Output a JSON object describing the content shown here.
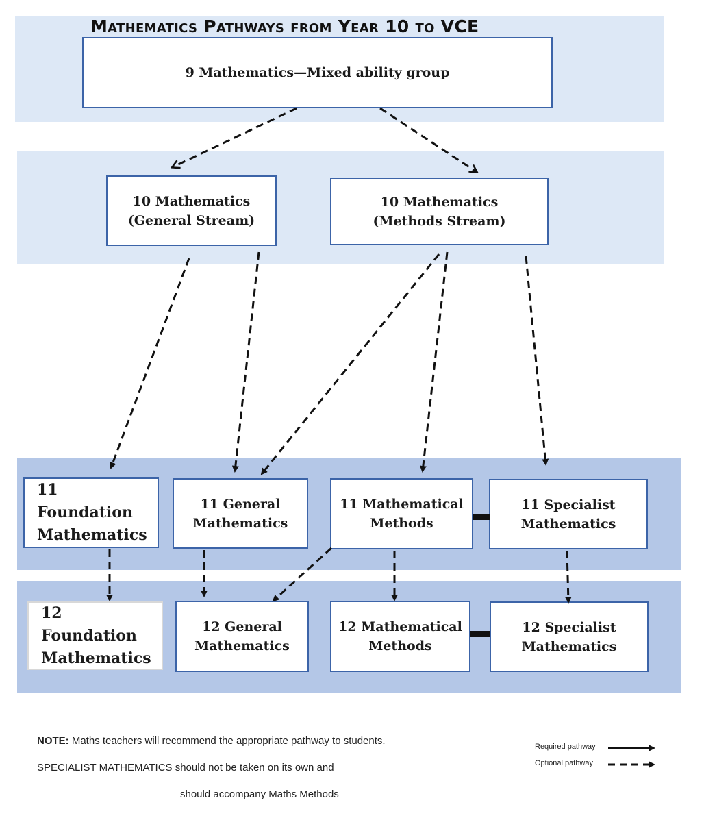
{
  "title": "Mathematics Pathways from Year 10 to VCE",
  "boxes": {
    "year9": "9 Mathematics—Mixed ability group",
    "y10_general": "10 Mathematics\n(General Stream)",
    "y10_methods": "10 Mathematics\n(Methods Stream)",
    "y11_foundation": "11  Foundation\nMathematics",
    "y11_general": "11 General\nMathematics",
    "y11_methods": "11 Mathematical\nMethods",
    "y11_specialist": "11 Specialist\nMathematics",
    "y12_foundation": "12  Foundation\nMathematics",
    "y12_general": "12 General\nMathematics",
    "y12_methods": "12 Mathematical\nMethods",
    "y12_specialist": "12 Specialist\nMathematics"
  },
  "note": {
    "label": "NOTE:",
    "line1": "Maths teachers will recommend the appropriate pathway to students.",
    "line2": "SPECIALIST MATHEMATICS should not be taken on its own and",
    "line3": "should accompany Maths Methods"
  },
  "legend": {
    "required": "Required pathway",
    "optional": "Optional pathway"
  }
}
